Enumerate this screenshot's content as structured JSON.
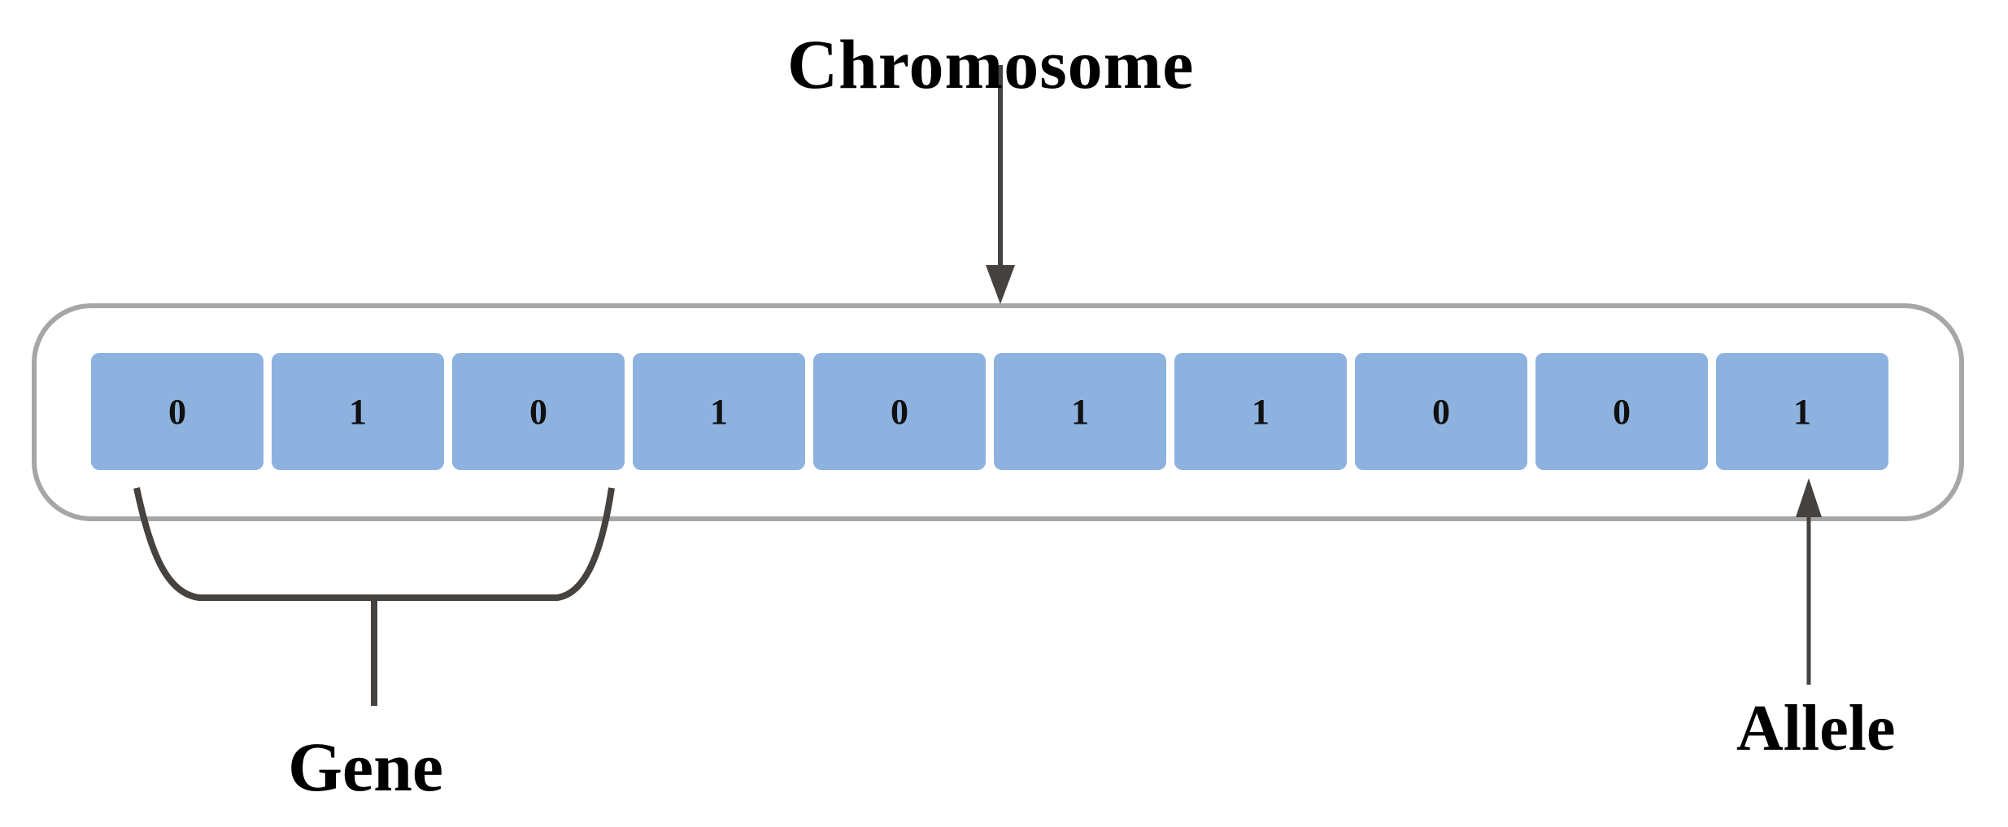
{
  "title": "Chromosome",
  "labels": {
    "chromosome": "Chromosome",
    "gene": "Gene",
    "allele": "Allele"
  },
  "alleles": [
    "0",
    "1",
    "0",
    "1",
    "0",
    "1",
    "1",
    "0",
    "0",
    "1"
  ],
  "colors": {
    "cell_fill": "#8eb2e0",
    "container_stroke": "#a6a6a6",
    "arrow": "#454240"
  }
}
